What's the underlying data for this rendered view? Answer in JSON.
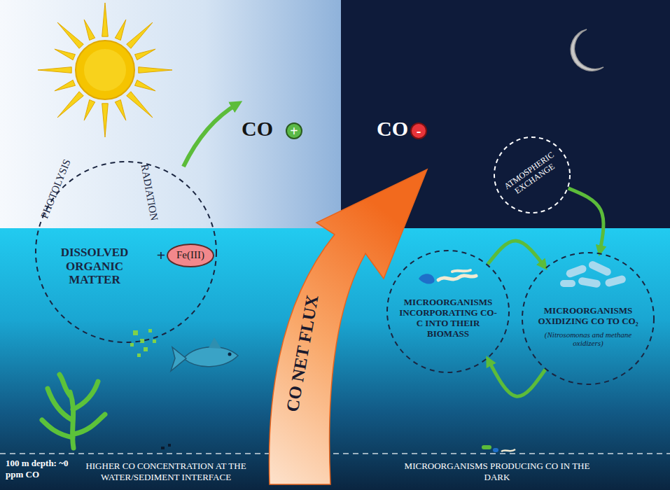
{
  "diagram": {
    "nodes": [
      {
        "text": [
          "PHOTOLYSIS",
          "RADIATION",
          "DISSOLVED ORGANIC MATTER",
          "+"
        ]
      },
      {
        "text": [
          "Fe(III)"
        ],
        "in": 0
      },
      {
        "text": [
          "+"
        ]
      },
      {
        "text": [
          "-"
        ]
      },
      {
        "text": [
          "ATMOSPHERIC EXCHANGE"
        ]
      },
      {
        "text": [
          "MICROORGANISMS INCORPORATING CO-C INTO THEIR BIOMASS"
        ]
      },
      {
        "text": [
          "MICROORGANISMS OXIDIZING CO TO CO₂",
          "(Nitrosomonas and methane oxidizers)"
        ]
      }
    ],
    "edges": [
      {
        "from": 4,
        "to": 6,
        "arrow": "to"
      },
      {
        "from": 5,
        "to": 6,
        "arrow": "to"
      },
      {
        "from": 6,
        "to": 5,
        "arrow": "to"
      }
    ],
    "labels": [
      "CO",
      "CO",
      "CO NET FLUX",
      "100 m depth: ~0 ppm CO",
      "HIGHER CO CONCENTRATION AT THE WATER/SEDIMENT INTERFACE",
      "MICROORGANISMS PRODUCING CO IN THE DARK"
    ]
  }
}
